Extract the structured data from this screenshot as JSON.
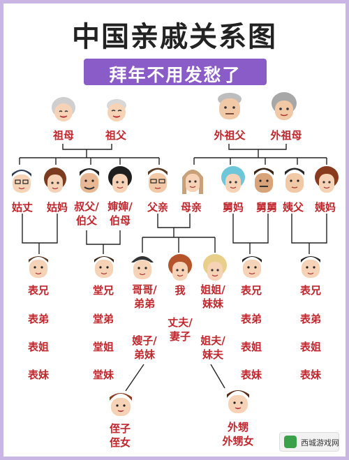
{
  "title": "中国亲戚关系图",
  "subtitle": "拜年不用发愁了",
  "watermark": "西城游戏网",
  "colors": {
    "accent": "#8a5cc7",
    "border": "#c9b6e4",
    "label": "#c0262c",
    "line": "#222222"
  },
  "grandparents": {
    "paternal_grandmother": "祖母",
    "paternal_grandfather": "祖父",
    "maternal_grandfather": "外祖父",
    "maternal_grandmother": "外祖母"
  },
  "parents_row": {
    "aunt_husband": "姑丈",
    "paternal_aunt": "姑妈",
    "uncle_line1": "叔父/",
    "uncle_line2": "伯父",
    "uncle_wife_line1": "婶婶/",
    "uncle_wife_line2": "伯母",
    "father": "父亲",
    "mother": "母亲",
    "maternal_uncle_wife": "舅妈",
    "maternal_uncle": "舅舅",
    "maternal_aunt_husband": "姨父",
    "maternal_aunt": "姨妈"
  },
  "cousins_gu": [
    "表兄",
    "表弟",
    "表姐",
    "表妹"
  ],
  "cousins_tang": [
    "堂兄",
    "堂弟",
    "堂姐",
    "堂妹"
  ],
  "cousins_jiu": [
    "表兄",
    "表弟",
    "表姐",
    "表妹"
  ],
  "cousins_yi": [
    "表兄",
    "表弟",
    "表姐",
    "表妹"
  ],
  "siblings": {
    "brother_line1": "哥哥/",
    "brother_line2": "弟弟",
    "me": "我",
    "sister_line1": "姐姐/",
    "sister_line2": "妹妹",
    "spouse_line1": "丈夫/",
    "spouse_line2": "妻子",
    "sister_in_law_line1": "嫂子/",
    "sister_in_law_line2": "弟妹",
    "brother_in_law_line1": "姐夫/",
    "brother_in_law_line2": "妹夫"
  },
  "next_generation": {
    "nephew": "侄子",
    "niece": "侄女",
    "sister_son": "外甥",
    "sister_daughter": "外甥女"
  }
}
